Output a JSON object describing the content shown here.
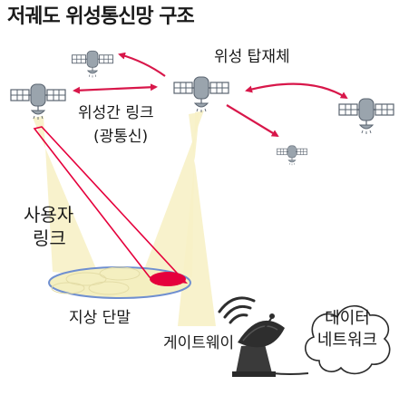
{
  "title": "저궤도 위성통신망 구조",
  "labels": {
    "payload": "위성 탑재체",
    "isl_line1": "위성간 링크",
    "isl_line2": "(광통신)",
    "user_link_line1": "사용자",
    "user_link_line2": "링크",
    "ground_terminal": "지상 단말",
    "gateway": "게이트웨이",
    "data_network_line1": "데이터",
    "data_network_line2": "네트워크"
  },
  "colors": {
    "isl_arrow": "#d8174a",
    "user_link_beam": "#e5003c",
    "beam_fill": "#f7f1c6",
    "satellite_body": "#9aa4ad",
    "solar_panel": "#ffffff",
    "footprint": "#f4efc0",
    "footprint_outline": "#6f8fd0"
  },
  "icons": [
    "satellite-icon",
    "antenna-dish-icon",
    "cloud-icon",
    "signal-waves-icon"
  ]
}
